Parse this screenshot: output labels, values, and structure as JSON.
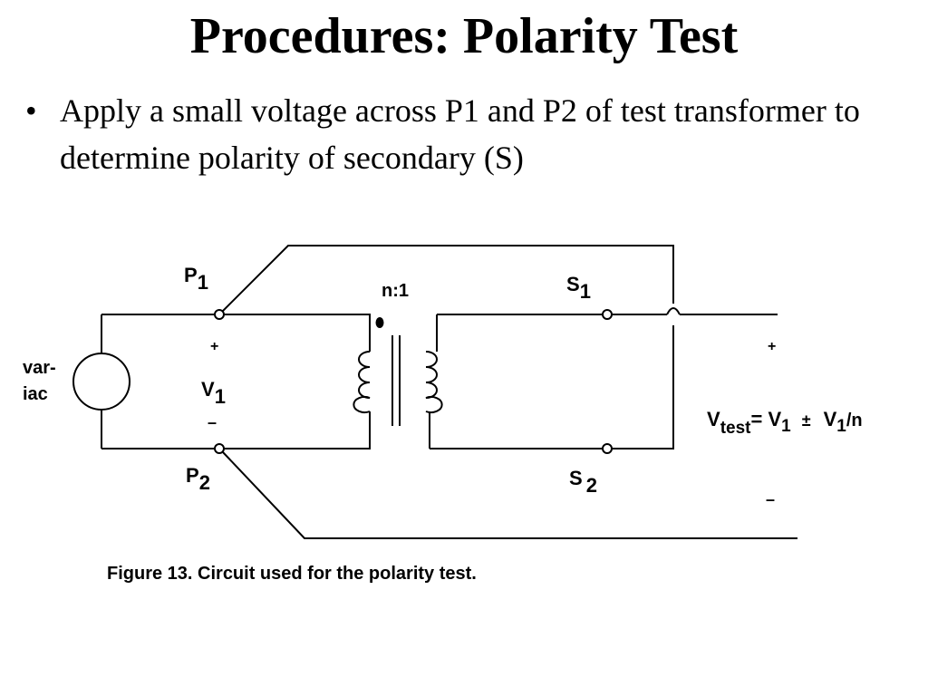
{
  "slide": {
    "title": "Procedures: Polarity Test",
    "bullet_mark": "•",
    "bullet_text": "Apply a small voltage across P1 and P2 of test transformer to determine polarity of secondary (S)"
  },
  "diagram": {
    "source_label_1": "var-",
    "source_label_2": "iac",
    "p1_main": "P",
    "p1_sub": "1",
    "p2_main": "P",
    "p2_sub": "2",
    "s1_main": "S",
    "s1_sub": "1",
    "s2_main": "S",
    "s2_sub": "2",
    "v1_main": "V",
    "v1_sub": "1",
    "plus_primary": "+",
    "minus_primary": "–",
    "ratio": "n:1",
    "plus_out": "+",
    "minus_out": "–",
    "vtest_main": "V",
    "vtest_sub": "test",
    "vtest_eq": "= V",
    "vtest_v1_sub": "1",
    "vtest_pm": "±",
    "vtest_v2": "V",
    "vtest_v2_sub": "1",
    "vtest_over": "/n",
    "caption": "Figure 13.  Circuit used for the polarity test."
  }
}
